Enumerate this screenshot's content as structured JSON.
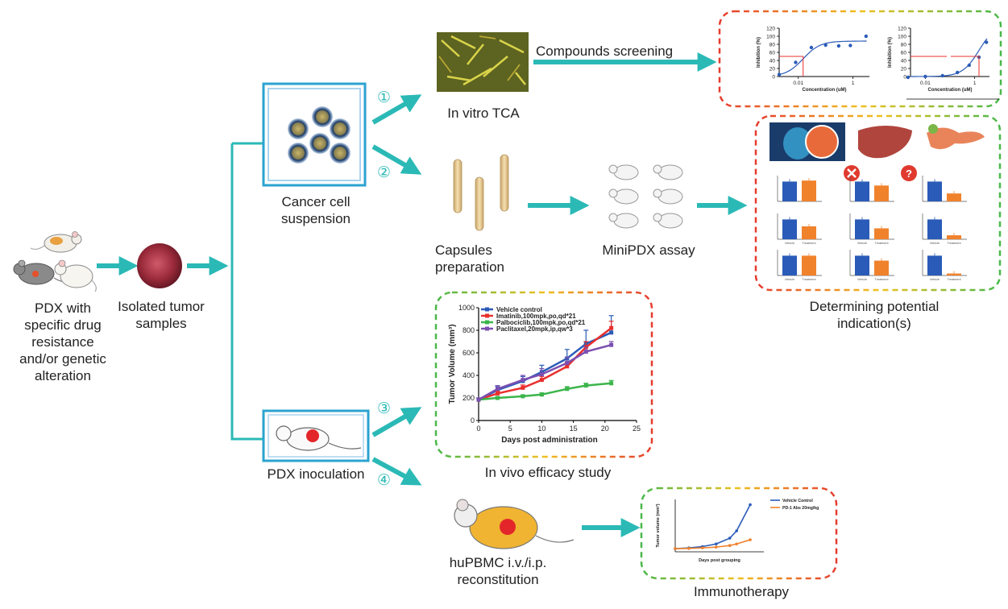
{
  "labels": {
    "pdx_source": [
      "PDX with",
      "specific drug",
      "resistance",
      "and/or genetic",
      "alteration"
    ],
    "tumor_samples": [
      "Isolated tumor",
      "samples"
    ],
    "cell_suspension": [
      "Cancer cell",
      "suspension"
    ],
    "in_vitro": "In vitro TCA",
    "compounds_screening": "Compounds screening",
    "capsules": [
      "Capsules",
      "preparation"
    ],
    "minipdx": "MiniPDX assay",
    "indication": [
      "Determining potential",
      "indication(s)"
    ],
    "pdx_inoculation": "PDX inoculation",
    "in_vivo": "In vivo efficacy study",
    "hupbmc": [
      "huPBMC i.v./i.p.",
      "reconstitution"
    ],
    "immunotherapy": "Immunotherapy"
  },
  "step_numbers": [
    "①",
    "②",
    "③",
    "④"
  ],
  "colors": {
    "teal": "#2bb9b6",
    "blue": "#2a5bb8",
    "orange": "#f0822c",
    "red": "#e8302e",
    "green": "#3bb54a",
    "purple": "#7b4fb0"
  },
  "chart_data": [
    {
      "type": "scatter",
      "panel": "dose-response-left",
      "xlabel": "Concentration (uM)",
      "ylabel": "Inhibition (%)",
      "x_scale": "log",
      "yticks": [
        "0",
        "20",
        "40",
        "60",
        "80",
        "100",
        "120"
      ],
      "xticks": [
        "0.01",
        "1"
      ],
      "ylim": [
        0,
        120
      ]
    },
    {
      "type": "scatter",
      "panel": "dose-response-right",
      "xlabel": "Concentration (uM)",
      "ylabel": "Inhibition (%)",
      "x_scale": "log",
      "yticks": [
        "0",
        "20",
        "40",
        "60",
        "80",
        "100",
        "120"
      ],
      "xticks": [
        "0.01",
        "1"
      ],
      "ylim": [
        0,
        120
      ]
    },
    {
      "type": "line",
      "panel": "in-vivo-efficacy",
      "xlabel": "Days post administration",
      "ylabel": "Tumor Volume (mm³)",
      "xlim": [
        0,
        25
      ],
      "ylim": [
        0,
        1000
      ],
      "xticks": [
        "0",
        "5",
        "10",
        "15",
        "20",
        "25"
      ],
      "yticks": [
        "0",
        "200",
        "400",
        "600",
        "800",
        "1000"
      ],
      "series": [
        {
          "name": "Vehicle control",
          "color": "#2a5bb8",
          "x": [
            0,
            3,
            7,
            10,
            14,
            17,
            21
          ],
          "values": [
            185,
            270,
            350,
            430,
            550,
            680,
            780
          ],
          "err": [
            15,
            30,
            40,
            60,
            80,
            120,
            150
          ]
        },
        {
          "name": "Imatinib,100mpk,po,qd*21",
          "color": "#e8302e",
          "x": [
            0,
            3,
            7,
            10,
            14,
            17,
            21
          ],
          "values": [
            185,
            240,
            290,
            360,
            480,
            650,
            820
          ],
          "err": [
            10,
            20,
            25,
            30,
            40,
            50,
            60
          ]
        },
        {
          "name": "Palbociclib,100mpk,po,qd*21",
          "color": "#3bb54a",
          "x": [
            0,
            3,
            7,
            10,
            14,
            17,
            21
          ],
          "values": [
            185,
            200,
            215,
            230,
            280,
            310,
            330
          ],
          "err": [
            10,
            12,
            12,
            15,
            20,
            20,
            25
          ]
        },
        {
          "name": "Paclitaxel,20mpk,ip,qw*3",
          "color": "#7b4fb0",
          "x": [
            0,
            3,
            7,
            10,
            14,
            17,
            21
          ],
          "values": [
            185,
            280,
            360,
            410,
            510,
            610,
            670
          ],
          "err": [
            15,
            30,
            40,
            50,
            50,
            40,
            30
          ]
        }
      ]
    },
    {
      "type": "line",
      "panel": "immunotherapy",
      "xlabel": "Days post grouping",
      "ylabel": "Tumor volume (mm³)",
      "series": [
        {
          "name": "Vehicle Control",
          "color": "#2a5bb8",
          "x": [
            0,
            4,
            8,
            12,
            16,
            18,
            22
          ],
          "values": [
            60,
            75,
            100,
            150,
            260,
            400,
            900
          ]
        },
        {
          "name": "PD-1 Abs 20mg/kg",
          "color": "#f0822c",
          "x": [
            0,
            4,
            8,
            12,
            16,
            18,
            22
          ],
          "values": [
            60,
            65,
            75,
            90,
            120,
            150,
            230
          ]
        }
      ]
    },
    {
      "type": "bar",
      "panel": "minipdx-bars",
      "categories": [
        "Vehicle",
        "Treatment"
      ],
      "groups": [
        {
          "values": [
            100,
            105
          ]
        },
        {
          "values": [
            100,
            80
          ]
        },
        {
          "values": [
            100,
            40
          ]
        },
        {
          "values": [
            100,
            65
          ]
        },
        {
          "values": [
            100,
            55
          ]
        },
        {
          "values": [
            100,
            20
          ]
        },
        {
          "values": [
            100,
            100
          ]
        },
        {
          "values": [
            100,
            75
          ]
        },
        {
          "values": [
            100,
            10
          ]
        }
      ]
    }
  ]
}
